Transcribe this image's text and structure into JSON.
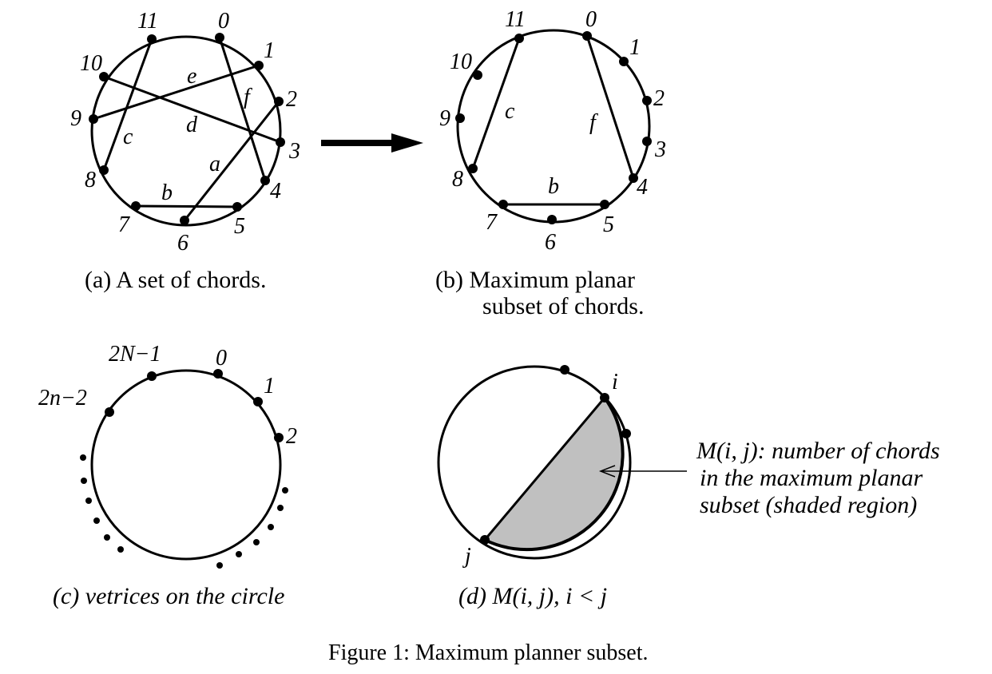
{
  "panel_a": {
    "vertex_labels": [
      "0",
      "1",
      "2",
      "3",
      "4",
      "5",
      "6",
      "7",
      "8",
      "9",
      "10",
      "11"
    ],
    "chord_labels": [
      "a",
      "b",
      "c",
      "d",
      "e",
      "f"
    ],
    "caption": "(a) A set of chords."
  },
  "panel_b": {
    "vertex_labels": [
      "0",
      "1",
      "2",
      "3",
      "4",
      "5",
      "6",
      "7",
      "8",
      "9",
      "10",
      "11"
    ],
    "chord_labels": [
      "b",
      "c",
      "f"
    ],
    "caption_line1": "(b) Maximum planar",
    "caption_line2": "subset of chords."
  },
  "panel_c": {
    "vertex_labels": [
      "2N−1",
      "0",
      "1",
      "2",
      "2n−2"
    ],
    "caption": "(c) vetrices on the circle"
  },
  "panel_d": {
    "vertex_labels": [
      "i",
      "j"
    ],
    "annotation_line1": "M(i, j): number of chords",
    "annotation_line2": "in the maximum planar",
    "annotation_line3": "subset (shaded region)",
    "caption": "(d) M(i, j), i < j"
  },
  "figure_caption": "Figure 1: Maximum planner subset.",
  "colors": {
    "ink": "#000000",
    "shade": "#c0c0c0"
  }
}
